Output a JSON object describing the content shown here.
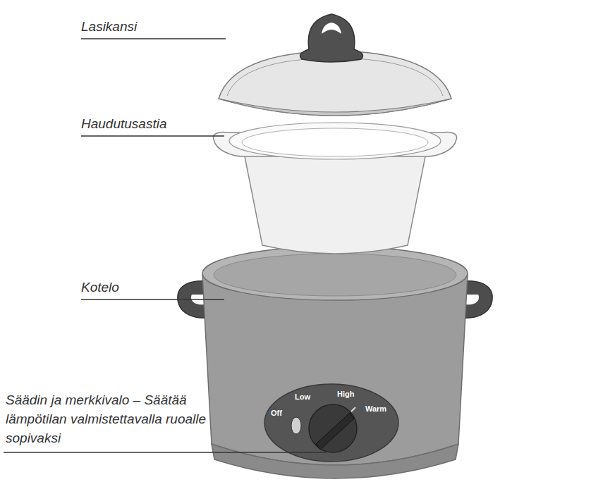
{
  "diagram": {
    "labels": [
      "Lasikansi",
      "Haudutusastia",
      "Kotelo",
      "Säädin ja merkkivalo – Säätää lämpötilan valmistettavalla ruoalle sopivaksi",
      "Off",
      "Low",
      "High",
      "Warm"
    ]
  }
}
